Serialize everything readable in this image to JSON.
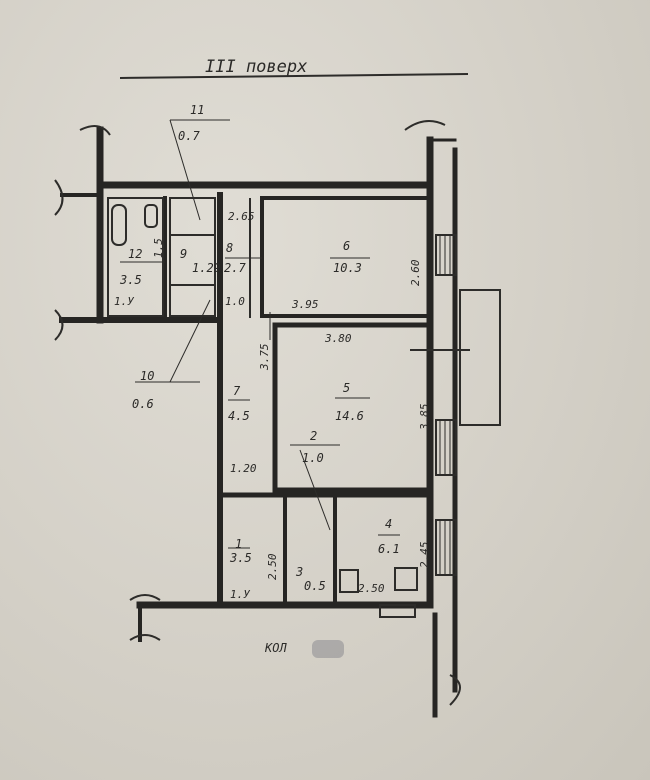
{
  "title": "III поверх",
  "rooms": [
    {
      "id": "1",
      "area": "3.5"
    },
    {
      "id": "2",
      "area": "1.0"
    },
    {
      "id": "3",
      "area": "0.5"
    },
    {
      "id": "4",
      "area": "6.1"
    },
    {
      "id": "5",
      "area": "14.6"
    },
    {
      "id": "6",
      "area": "10.3"
    },
    {
      "id": "7",
      "area": "4.5"
    },
    {
      "id": "8",
      "area": "2.7"
    },
    {
      "id": "9",
      "area": "1.29"
    },
    {
      "id": "10",
      "area": "0.6"
    },
    {
      "id": "11",
      "area": "0.7"
    },
    {
      "id": "12",
      "area": "3.5"
    }
  ],
  "dimensions": [
    "2.65",
    "2.60",
    "3.95",
    "1.0",
    "3.75",
    "3.80",
    "3.85",
    "1.20",
    "2.50",
    "2.45",
    "2.50",
    "1.5"
  ],
  "marks": {
    "ly1": "1.У",
    "ly2": "1.У",
    "corridor": "КОЛ"
  }
}
